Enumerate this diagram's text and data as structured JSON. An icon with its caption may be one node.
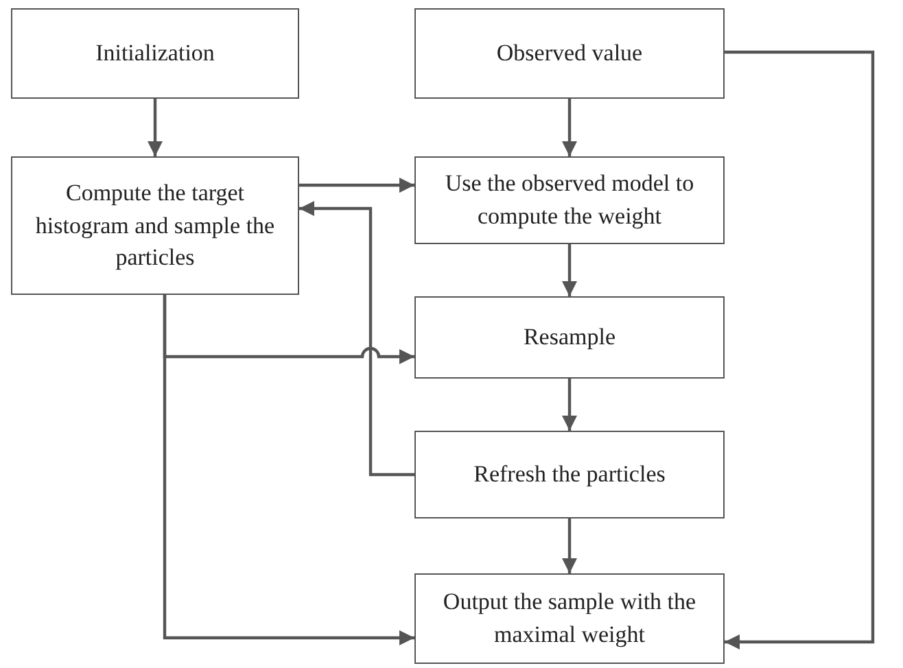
{
  "diagram": {
    "nodes": [
      {
        "text": [
          "Initialization"
        ]
      },
      {
        "text": [
          "Observed value"
        ]
      },
      {
        "text": [
          "Compute the target histogram and sample the particles"
        ]
      },
      {
        "text": [
          "Use the observed model to compute the weight"
        ]
      },
      {
        "text": [
          "Resample"
        ]
      },
      {
        "text": [
          "Refresh the particles"
        ]
      },
      {
        "text": [
          "Output the sample with the maximal weight"
        ]
      }
    ],
    "edges": [
      {
        "from": 0,
        "to": 2,
        "arrow": "to"
      },
      {
        "from": 1,
        "to": 3,
        "arrow": "to"
      },
      {
        "from": 2,
        "to": 3,
        "arrow": "to"
      },
      {
        "from": 5,
        "to": 2,
        "arrow": "to"
      },
      {
        "from": 3,
        "to": 4,
        "arrow": "to"
      },
      {
        "from": 4,
        "to": 5,
        "arrow": "to"
      },
      {
        "from": 5,
        "to": 6,
        "arrow": "to"
      },
      {
        "from": 2,
        "to": 4,
        "arrow": "to"
      },
      {
        "from": 2,
        "to": 6,
        "arrow": "to"
      },
      {
        "from": 1,
        "to": 6,
        "arrow": "to"
      }
    ]
  }
}
